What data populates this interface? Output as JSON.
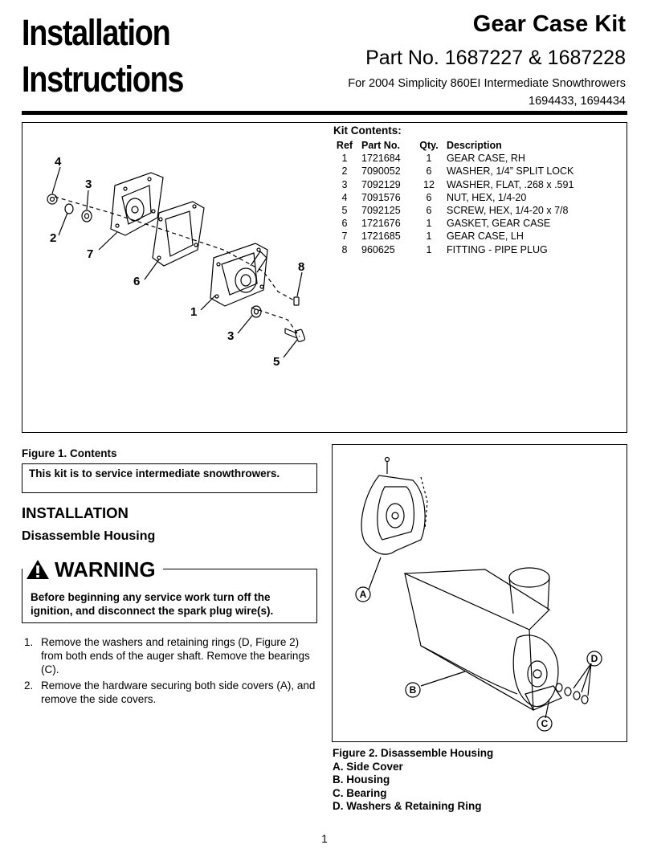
{
  "header": {
    "title_line1": "Installation",
    "title_line2": "Instructions",
    "kit_title": "Gear Case Kit",
    "part_no": "Part No. 1687227 & 1687228",
    "for_line": "For 2004 Simplicity 860EI Intermediate Snowthrowers",
    "model_numbers": "1694433, 1694434"
  },
  "kit_contents": {
    "heading": "Kit Contents:",
    "columns": [
      "Ref",
      "Part No.",
      "Qty.",
      "Description"
    ],
    "rows": [
      {
        "ref": "1",
        "part": "1721684",
        "qty": "1",
        "desc": "GEAR CASE, RH"
      },
      {
        "ref": "2",
        "part": "7090052",
        "qty": "6",
        "desc": "WASHER, 1/4” SPLIT LOCK"
      },
      {
        "ref": "3",
        "part": "7092129",
        "qty": "12",
        "desc": "WASHER, FLAT, .268 x .591"
      },
      {
        "ref": "4",
        "part": "7091576",
        "qty": "6",
        "desc": "NUT, HEX, 1/4-20"
      },
      {
        "ref": "5",
        "part": "7092125",
        "qty": "6",
        "desc": "SCREW, HEX, 1/4-20 x 7/8"
      },
      {
        "ref": "6",
        "part": "1721676",
        "qty": "1",
        "desc": "GASKET, GEAR CASE"
      },
      {
        "ref": "7",
        "part": "1721685",
        "qty": "1",
        "desc": "GEAR CASE, LH"
      },
      {
        "ref": "8",
        "part": "960625",
        "qty": "1",
        "desc": "FITTING - PIPE PLUG"
      }
    ]
  },
  "figure1": {
    "callouts": [
      "4",
      "3",
      "2",
      "7",
      "6",
      "1",
      "3",
      "5",
      "8"
    ],
    "caption": "Figure 1.  Contents"
  },
  "service_note": "This kit is to service intermediate snowthrowers.",
  "installation": {
    "heading": "INSTALLATION",
    "subheading": "Disassemble Housing"
  },
  "warning": {
    "title": "WARNING",
    "text": "Before beginning any service work turn off the ignition, and disconnect the spark plug wire(s)."
  },
  "steps": [
    {
      "num": "1.",
      "text": "Remove the washers and retaining rings (D, Figure 2) from both ends of the auger shaft.  Remove the bearings (C)."
    },
    {
      "num": "2.",
      "text": "Remove the hardware securing both side covers (A), and remove the side covers."
    }
  ],
  "figure2": {
    "callouts": [
      "A",
      "B",
      "C",
      "D"
    ],
    "caption": "Figure 2.  Disassemble Housing",
    "legend": [
      "A.  Side Cover",
      "B.  Housing",
      "C.  Bearing",
      "D.  Washers & Retaining Ring"
    ]
  },
  "page_number": "1",
  "colors": {
    "text": "#000000",
    "background": "#ffffff"
  }
}
